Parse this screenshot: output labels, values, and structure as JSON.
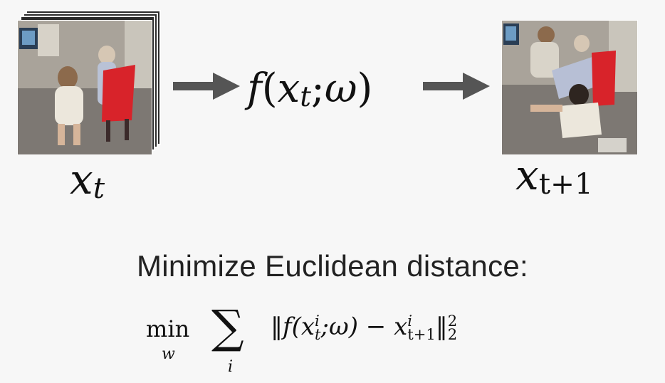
{
  "diagram": {
    "input_label_base": "x",
    "input_label_sub": "t",
    "function_text_f": "f",
    "function_text_open": "(",
    "function_text_x": "x",
    "function_text_sub": "t",
    "function_text_sep": ";",
    "function_text_omega": "ω",
    "function_text_close": ")",
    "output_label_base": "x",
    "output_label_sub": "t+1"
  },
  "caption": "Minimize Euclidean distance:",
  "formula": {
    "min": "min",
    "min_var": "w",
    "sum": "∑",
    "sum_index": "i",
    "body_open": "‖f(x",
    "body_sup1": "i",
    "body_sub1": "t",
    "body_mid": ";ω) − x",
    "body_sup2": "i",
    "body_sub2": "t+1",
    "body_close": "‖",
    "norm_sup": "2",
    "norm_sub": "2"
  },
  "colors": {
    "arrow": "#555555",
    "chair_red": "#d8232a",
    "background": "#f7f7f7"
  }
}
